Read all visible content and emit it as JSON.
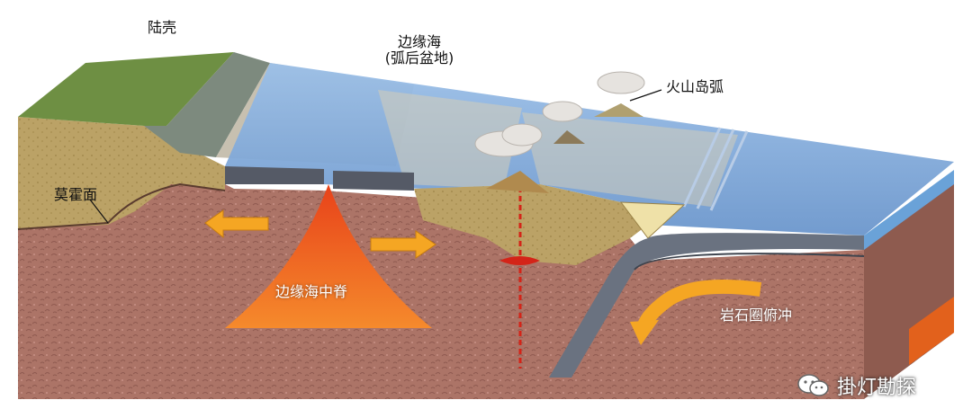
{
  "labels": {
    "continental_crust": "陆壳",
    "marginal_sea_line1": "边缘海",
    "marginal_sea_line2": "(弧后盆地)",
    "volcanic_island_arc": "火山岛弧",
    "moho": "莫霍面",
    "marginal_sea_ridge": "边缘海中脊",
    "lithosphere_subduction": "岩石圈俯冲"
  },
  "watermark": {
    "text": "掛灯勘探",
    "icon": "wechat-icon"
  },
  "colors": {
    "ocean": "#7ea6d6",
    "crust": "#b9a067",
    "mantle": "#a9746a",
    "magma": "#f0641e",
    "arrow": "#f5a623",
    "land": "#6e8f43"
  }
}
